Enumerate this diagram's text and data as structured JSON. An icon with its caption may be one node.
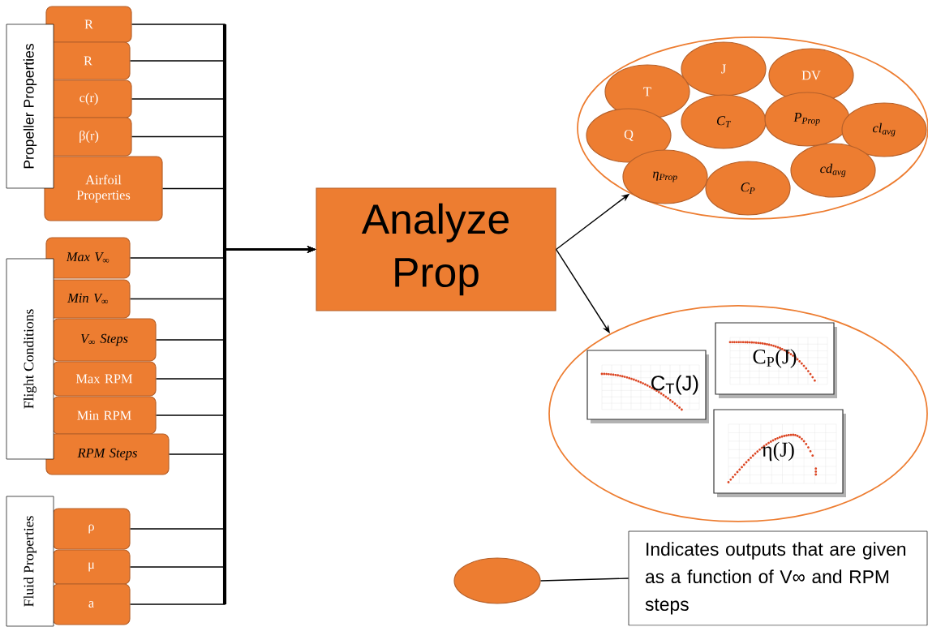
{
  "diagram": {
    "nodes": [
      {
        "text": [
          "Propeller Properties"
        ]
      },
      {
        "text": [
          "R"
        ]
      },
      {
        "text": [
          "R"
        ]
      },
      {
        "text": [
          "c(r)"
        ]
      },
      {
        "text": [
          "β(r)"
        ]
      },
      {
        "text": [
          "Airfoil Properties"
        ]
      },
      {
        "text": [
          "Flight Conditions"
        ]
      },
      {
        "text": [
          "Max V$_{∞}$"
        ]
      },
      {
        "text": [
          "Min V$_{∞}$"
        ]
      },
      {
        "text": [
          "V$_{∞}$ Steps"
        ]
      },
      {
        "text": [
          "Max RPM"
        ]
      },
      {
        "text": [
          "Min RPM"
        ]
      },
      {
        "text": [
          "RPM Steps"
        ]
      },
      {
        "text": [
          "Fluid Properties"
        ]
      },
      {
        "text": [
          "ρ"
        ]
      },
      {
        "text": [
          "μ"
        ]
      },
      {
        "text": [
          "a"
        ]
      },
      {
        "text": [
          "Analyze Prop"
        ]
      },
      {
        "text": [],
        "shape": "ellipse"
      },
      {
        "text": [
          "J"
        ],
        "in": 18
      },
      {
        "text": [
          "DV"
        ],
        "in": 18
      },
      {
        "text": [
          "T"
        ],
        "in": 18
      },
      {
        "text": [
          "Q"
        ],
        "in": 18
      },
      {
        "text": [
          "C$_{T}$"
        ],
        "in": 18
      },
      {
        "text": [
          "P$_{Prop}$"
        ],
        "in": 18
      },
      {
        "text": [
          "cl$_{avg}$"
        ],
        "in": 18
      },
      {
        "text": [
          "η$_{Prop}$"
        ],
        "in": 18
      },
      {
        "text": [
          "C$_{P}$"
        ],
        "in": 18
      },
      {
        "text": [
          "cd$_{avg}$"
        ],
        "in": 18
      },
      {
        "text": [],
        "shape": "ellipse"
      },
      {
        "text": [
          "C$_{T}$(J)"
        ],
        "in": 29
      },
      {
        "text": [
          "C$_{P}$(J)"
        ],
        "in": 29
      },
      {
        "text": [
          "η(J)"
        ],
        "in": 29
      },
      {
        "text": [],
        "shape": "ellipse"
      },
      {
        "text": [
          "Indicates outputs that are given as a function of V∞ and RPM steps"
        ]
      }
    ],
    "edges": [
      {
        "from": 1,
        "to": 17,
        "arrow": "to"
      },
      {
        "from": 2,
        "to": 17,
        "arrow": "to"
      },
      {
        "from": 3,
        "to": 17,
        "arrow": "to"
      },
      {
        "from": 4,
        "to": 17,
        "arrow": "to"
      },
      {
        "from": 5,
        "to": 17,
        "arrow": "to"
      },
      {
        "from": 7,
        "to": 17,
        "arrow": "to"
      },
      {
        "from": 8,
        "to": 17,
        "arrow": "to"
      },
      {
        "from": 9,
        "to": 17,
        "arrow": "to"
      },
      {
        "from": 10,
        "to": 17,
        "arrow": "to"
      },
      {
        "from": 11,
        "to": 17,
        "arrow": "to"
      },
      {
        "from": 12,
        "to": 17,
        "arrow": "to"
      },
      {
        "from": 14,
        "to": 17,
        "arrow": "to"
      },
      {
        "from": 15,
        "to": 17,
        "arrow": "to"
      },
      {
        "from": 16,
        "to": 17,
        "arrow": "to"
      },
      {
        "from": 17,
        "to": 18,
        "arrow": "to"
      },
      {
        "from": 17,
        "to": 29,
        "arrow": "to"
      },
      {
        "from": 33,
        "to": 34,
        "arrow": "none"
      }
    ]
  }
}
